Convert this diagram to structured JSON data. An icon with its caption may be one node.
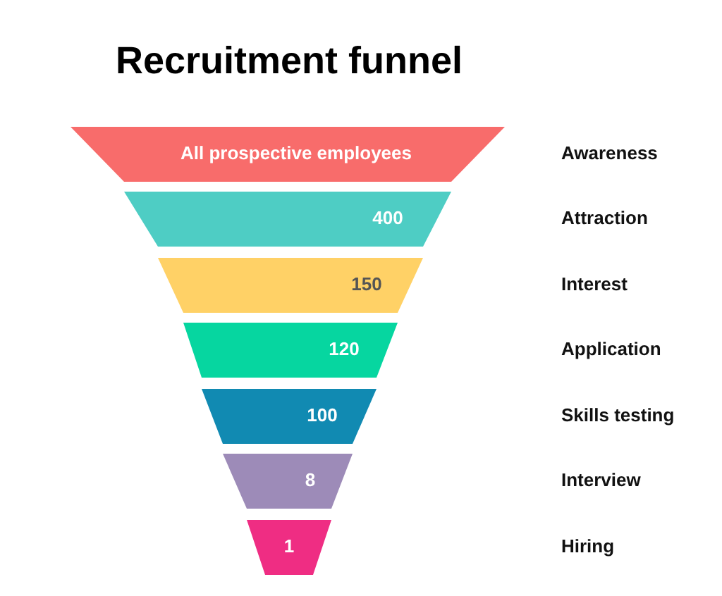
{
  "diagram": {
    "title": "Recruitment funnel",
    "nodes": [
      {
        "text": [
          "All prospective employees"
        ]
      },
      {
        "text": [
          "400"
        ]
      },
      {
        "text": [
          "150"
        ]
      },
      {
        "text": [
          "120"
        ]
      },
      {
        "text": [
          "100"
        ]
      },
      {
        "text": [
          "8"
        ]
      },
      {
        "text": [
          "1"
        ]
      }
    ],
    "labels": [
      "Awareness",
      "Attraction",
      "Interest",
      "Application",
      "Skills testing",
      "Interview",
      "Hiring"
    ]
  }
}
